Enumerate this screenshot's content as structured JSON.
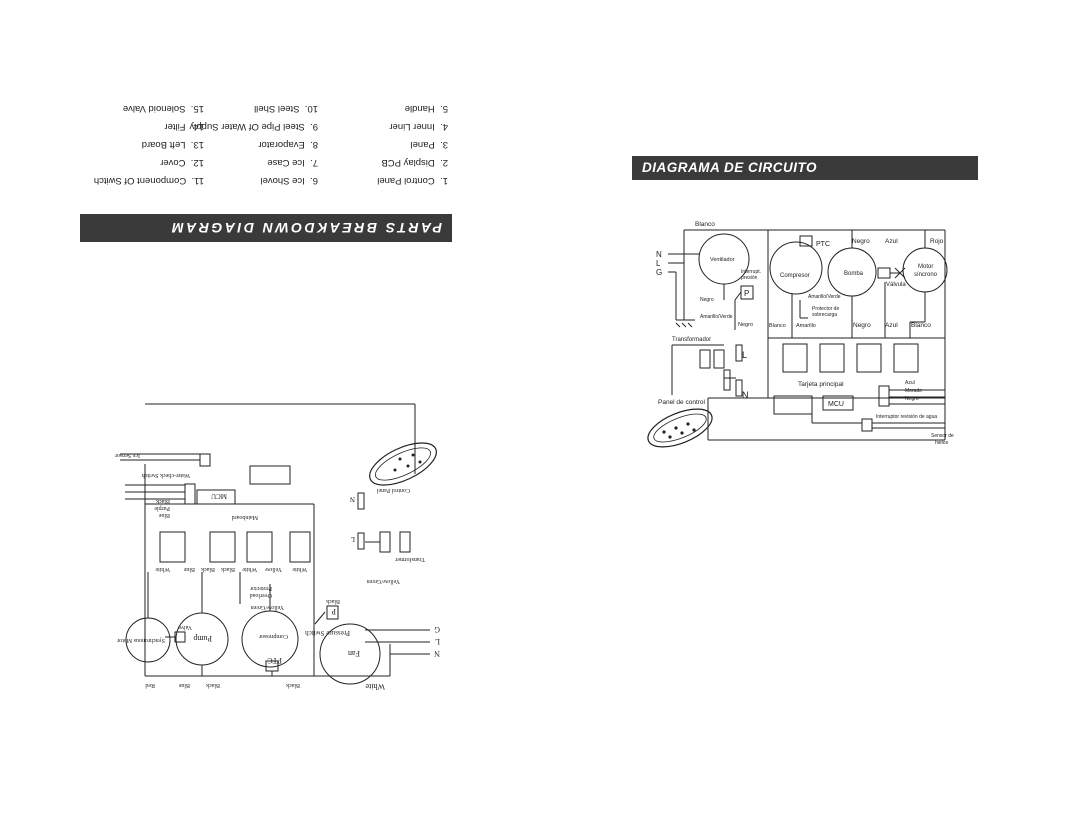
{
  "left_page": {
    "header": "PARTS BREAKDOWN DIAGRAM",
    "parts": [
      {
        "num": "1.",
        "label": "Control Panel"
      },
      {
        "num": "2.",
        "label": "Display PCB"
      },
      {
        "num": "3.",
        "label": "Panel"
      },
      {
        "num": "4.",
        "label": "Inner Liner"
      },
      {
        "num": "5.",
        "label": "Handle"
      },
      {
        "num": "6.",
        "label": "Ice Shovel"
      },
      {
        "num": "7.",
        "label": "Ice Case"
      },
      {
        "num": "8.",
        "label": "Evaporator"
      },
      {
        "num": "9.",
        "label": "Steel Pipe Of Water Supply"
      },
      {
        "num": "10.",
        "label": "Steel Shell"
      },
      {
        "num": "11.",
        "label": "Component Of Switch"
      },
      {
        "num": "12.",
        "label": "Cover"
      },
      {
        "num": "13.",
        "label": "Left Board"
      },
      {
        "num": "14.",
        "label": "Filter"
      },
      {
        "num": "15.",
        "label": "Solenoid Valve"
      }
    ],
    "diagram": {
      "white_top": "White",
      "fan": "Fan",
      "pressure_switch": "Pressure\nSwitch",
      "p": "P",
      "black1": "Black",
      "yellow_green1": "Yellow/Green",
      "n": "N",
      "l": "L",
      "g": "G",
      "compressor": "Compressor",
      "ptc": "PTC",
      "black2": "Black",
      "yellow_green2": "Yellow/Green",
      "overload": "Overload",
      "protector": "Protector",
      "pump": "Pump",
      "black3": "Black",
      "synchronous_motor": "Synchronous\nMotor",
      "red": "Red",
      "valve": "Valve",
      "blue1": "Blue",
      "white2": "White",
      "yellow": "Yellow",
      "white3": "White",
      "black4": "Black",
      "black5": "Black",
      "blue2": "Blue",
      "white4": "White",
      "transformer": "Transformer",
      "mainboard": "Mainboard",
      "mcu": "MCU",
      "blue3": "Blue",
      "purple": "Purple",
      "black6": "Black",
      "water_check_switch": "Water-check Switch",
      "ice_sensor": "Ice Sensor",
      "control_panel": "Control Panel",
      "l2": "L",
      "n2": "N"
    }
  },
  "right_page": {
    "header": "DIAGRAMA DE CIRCUITO",
    "labels": {
      "blanco_top": "Blanco",
      "n": "N",
      "l": "L",
      "g": "G",
      "ventilador": "Ventilador",
      "interrupt": "Interrupt.",
      "presion": "presión",
      "p": "P",
      "negro1": "Negro",
      "amarillo_verde1": "Amarillo/Verde",
      "ptc": "PTC",
      "compresor": "Compresor",
      "amarillo_verde2": "Amarillo/Verde",
      "protector": "Protector de",
      "sobrecarga": "sobrecarga",
      "negro_top": "Negro",
      "bomba": "Bomba",
      "azul_top": "Azul",
      "valvula": "Válvula",
      "rojo": "Rojo",
      "motor": "Motor",
      "sincrono": "síncrono",
      "negro2": "Negro",
      "blanco2": "Blanco",
      "amarillo": "Amarillo",
      "negro3": "Negro",
      "azul2": "Azul",
      "blanco3": "Blanco",
      "transformador": "Transformador",
      "l2": "L",
      "n2": "N",
      "tarjeta": "Tarjeta principal",
      "mcu": "MCU",
      "panel_control": "Panel de control",
      "azul3": "Azul",
      "morado": "Morado",
      "negro4": "Negro",
      "interruptor_agua": "Interruptor revisión de agua",
      "sensor": "Sensor de",
      "hielos": "hielos"
    }
  }
}
